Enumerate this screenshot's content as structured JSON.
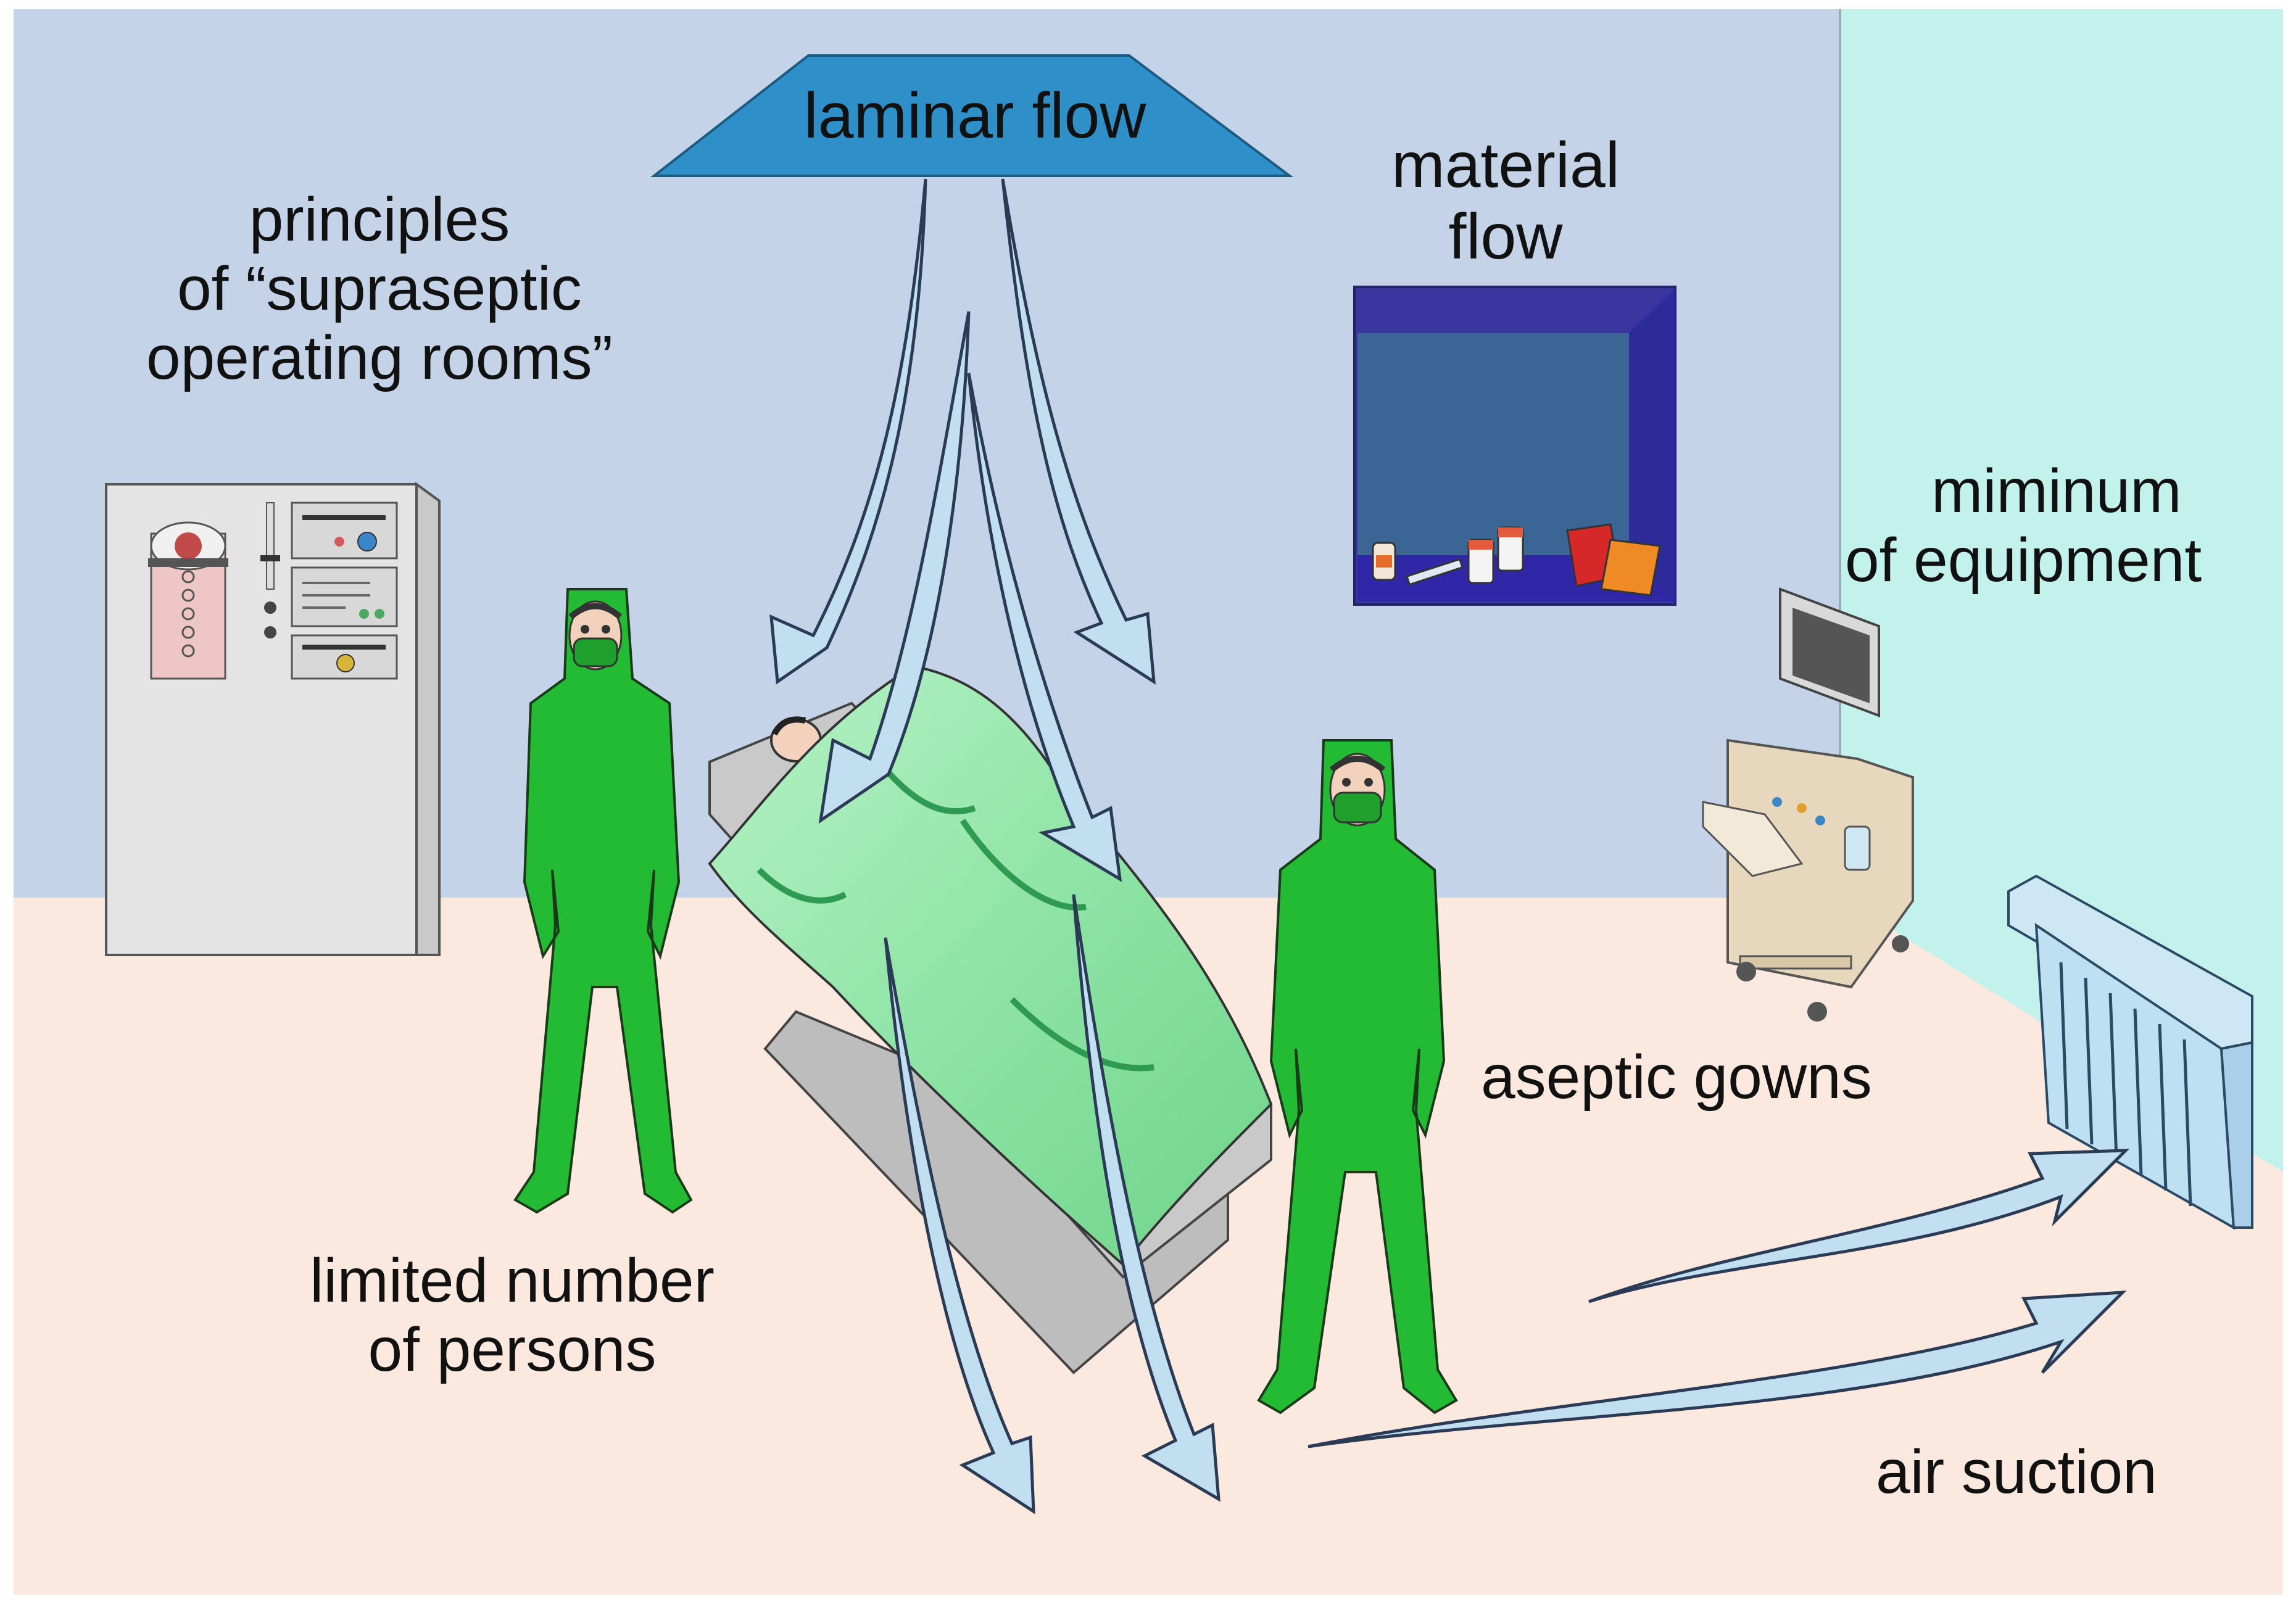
{
  "labels": {
    "principles": [
      "principles",
      "of “supraseptic",
      "operating rooms”"
    ],
    "laminar_flow": "laminar flow",
    "material_flow": [
      "material",
      "flow"
    ],
    "minimum_equipment": [
      "miminum",
      "of equipment"
    ],
    "aseptic_gowns": "aseptic gowns",
    "limited_persons": [
      "limited number",
      "of persons"
    ],
    "air_suction": "air suction"
  },
  "colors": {
    "back_wall": "#c4d3e8",
    "right_wall": "#c3f1ec",
    "floor": "#fbe9df",
    "laminar_panel": "#2f8fc8",
    "material_box_frame": "#3b35a0",
    "material_box_inner": "#3a6595",
    "gown_green": "#22bb33",
    "drape_green": "#9ee8b2",
    "arrow_fill": "#c2dff2",
    "arrow_stroke": "#2b3a55",
    "cabinet": "#e2e2e2",
    "ultrasound": "#e7d8bd"
  },
  "icons": {
    "staff_figure": "person-in-gown-icon",
    "patient": "patient-on-table-icon",
    "cabinet": "anesthesia-cabinet-icon",
    "ultrasound": "ultrasound-machine-icon",
    "vent": "air-vent-icon",
    "material_box": "material-pass-through-icon"
  }
}
